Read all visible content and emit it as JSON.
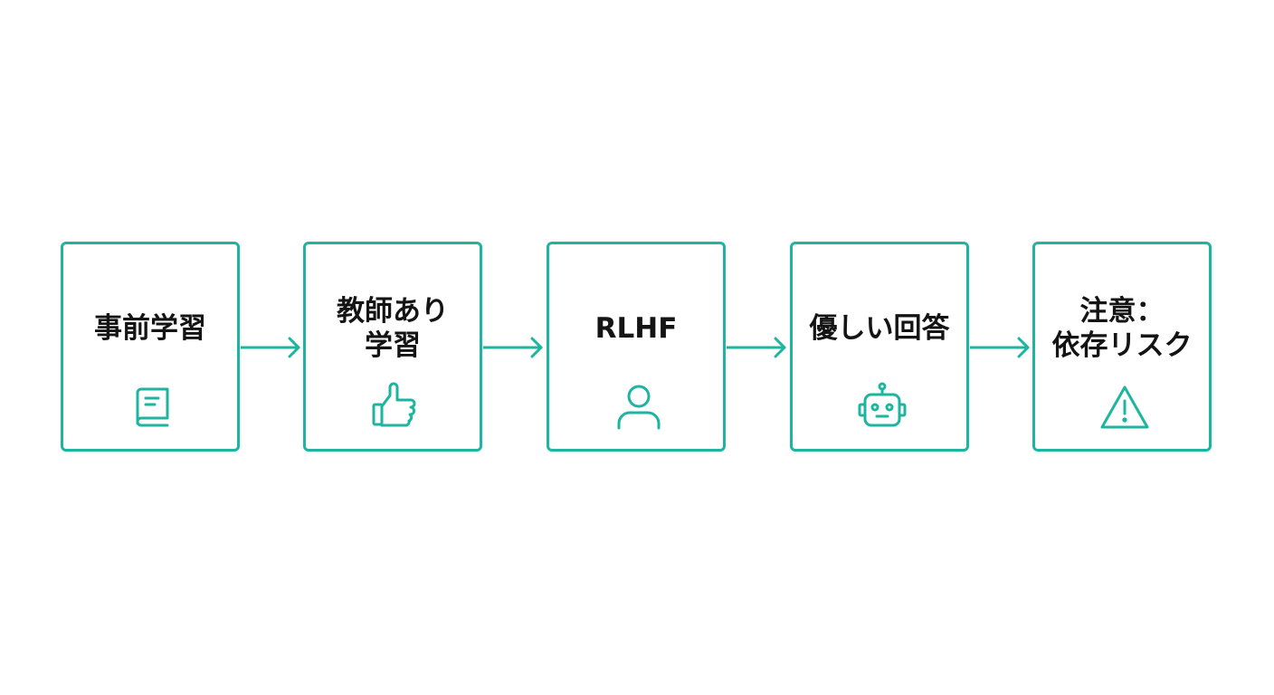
{
  "colors": {
    "accent": "#1db5a0",
    "text": "#141414",
    "background": "#ffffff"
  },
  "steps": [
    {
      "lines": [
        "事前学習"
      ],
      "icon": "book-icon"
    },
    {
      "lines": [
        "教師あり",
        "学習"
      ],
      "icon": "thumbs-up-icon"
    },
    {
      "lines": [
        "RLHF"
      ],
      "icon": "person-icon"
    },
    {
      "lines": [
        "優しい回答"
      ],
      "icon": "robot-icon"
    },
    {
      "lines": [
        "注意：",
        "依存リスク"
      ],
      "icon": "warning-icon"
    }
  ]
}
